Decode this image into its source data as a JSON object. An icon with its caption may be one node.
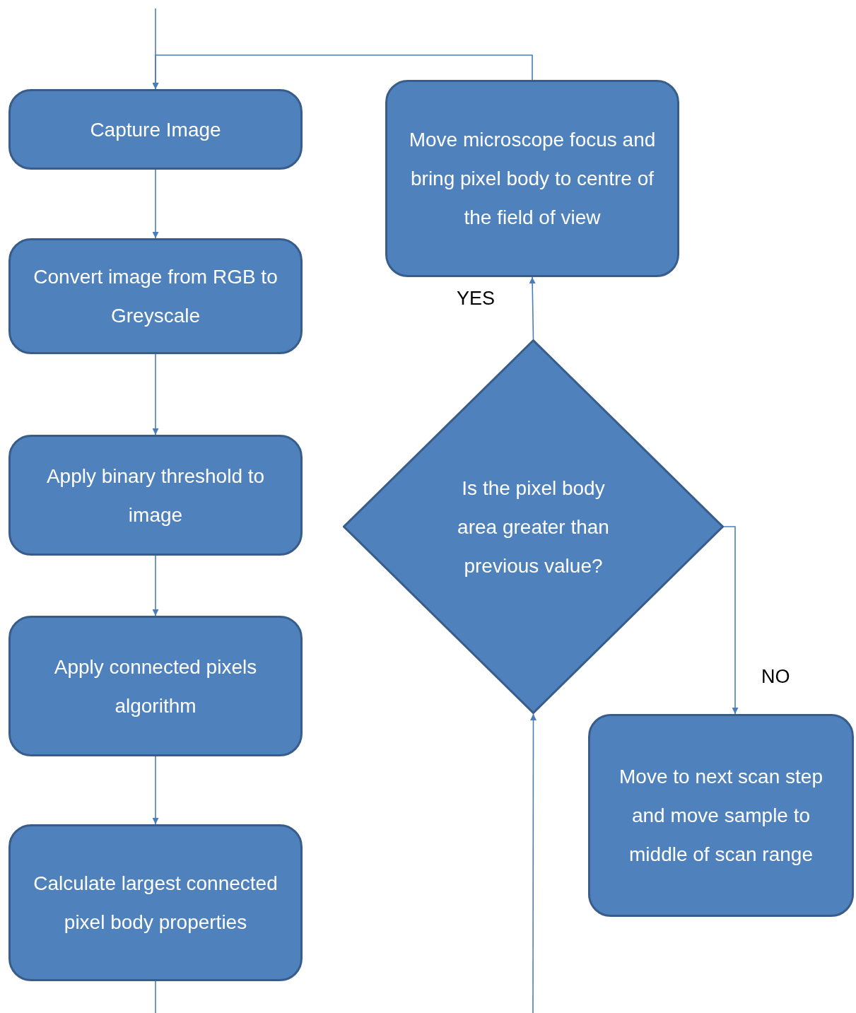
{
  "diagram": {
    "nodes": [
      {
        "text": [
          "Capture Image"
        ]
      },
      {
        "text": [
          "Convert image from RGB to Greyscale"
        ]
      },
      {
        "text": [
          "Apply binary threshold to image"
        ]
      },
      {
        "text": [
          "Apply connected pixels algorithm"
        ]
      },
      {
        "text": [
          "Calculate largest connected pixel body properties"
        ]
      },
      {
        "text": [
          "Move microscope focus and bring pixel body to centre of the field of view"
        ]
      },
      {
        "text": [
          "Is the pixel body area greater than previous value?"
        ]
      },
      {
        "text": [
          "Move to next scan step and move sample to middle of scan range"
        ]
      }
    ],
    "edges": [
      {
        "from": null,
        "to": 0,
        "arrow": "to"
      },
      {
        "from": 5,
        "to": 0,
        "arrow": "to"
      },
      {
        "from": 0,
        "to": 1,
        "arrow": "to"
      },
      {
        "from": 1,
        "to": 2,
        "arrow": "to"
      },
      {
        "from": 2,
        "to": 3,
        "arrow": "to"
      },
      {
        "from": 3,
        "to": 4,
        "arrow": "to"
      },
      {
        "from": 4,
        "to": null,
        "arrow": "none"
      },
      {
        "from": null,
        "to": 6,
        "arrow": "to"
      },
      {
        "from": 6,
        "to": 5,
        "arrow": "to",
        "label": "YES"
      },
      {
        "from": 6,
        "to": 7,
        "arrow": "to",
        "label": "NO"
      }
    ]
  }
}
